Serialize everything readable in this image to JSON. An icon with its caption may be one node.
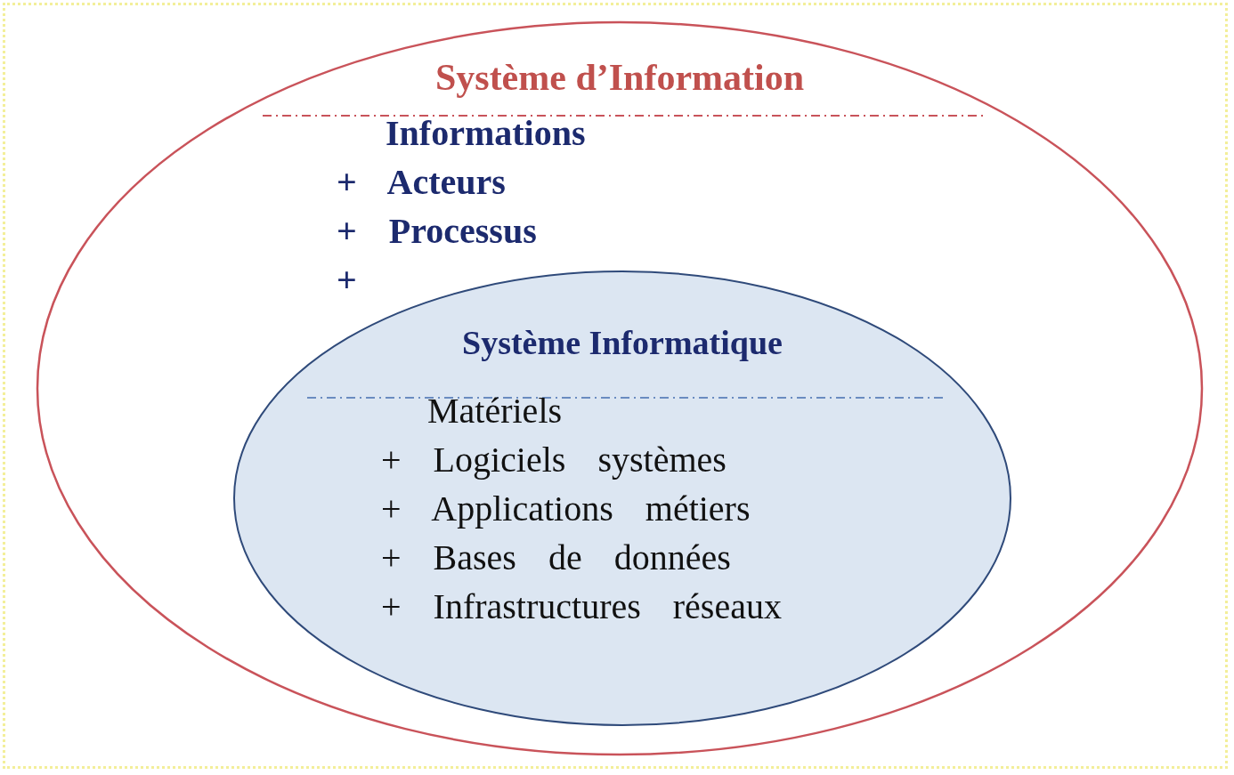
{
  "diagram": {
    "nodes": [
      {
        "text": [
          "Système d’Information",
          "Informations",
          "+ Acteurs",
          "+ Processus",
          "+"
        ]
      },
      {
        "text": [
          "Système Informatique",
          "Matériels",
          "+ Logiciels systèmes",
          "+ Applications métiers",
          "+ Bases de données",
          "+ Infrastructures réseaux"
        ],
        "in": 0
      }
    ]
  }
}
